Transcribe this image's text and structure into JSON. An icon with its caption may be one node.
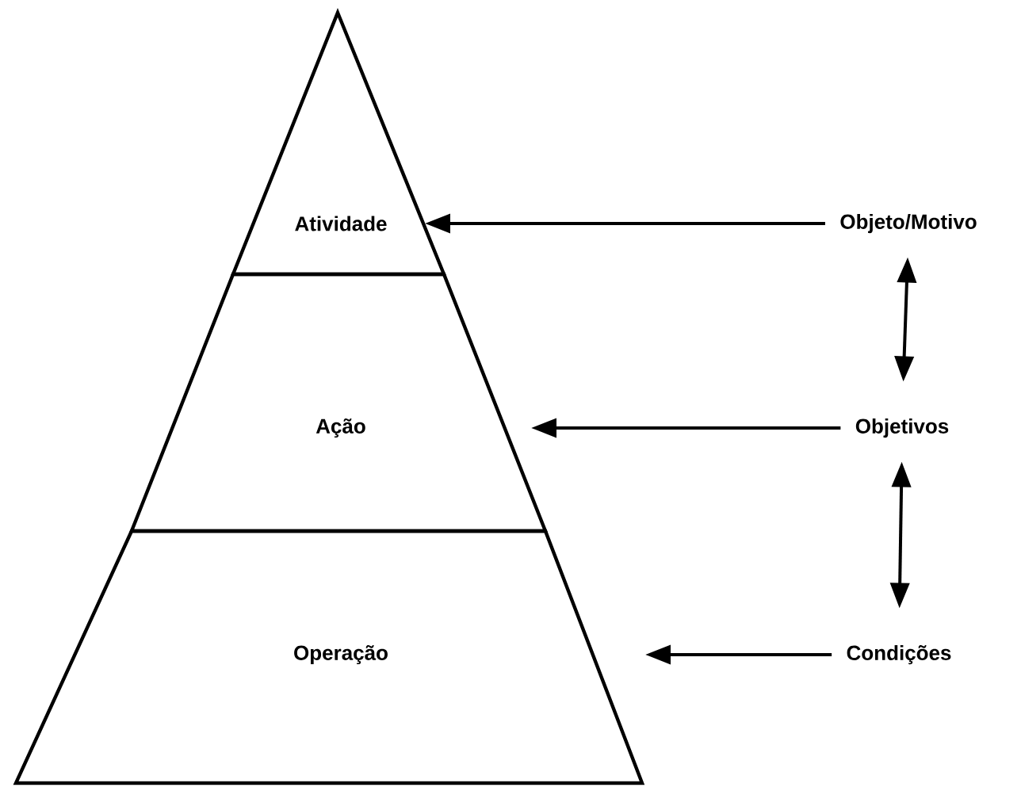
{
  "diagram": {
    "nodes": [
      {
        "text": [
          "Atividade"
        ]
      },
      {
        "text": [
          "Ação"
        ]
      },
      {
        "text": [
          "Operação"
        ]
      },
      {
        "text": [
          "Objeto/Motivo"
        ]
      },
      {
        "text": [
          "Objetivos"
        ]
      },
      {
        "text": [
          "Condições"
        ]
      }
    ],
    "edges": [
      {
        "from": 3,
        "to": 0,
        "arrow": "to"
      },
      {
        "from": 4,
        "to": 1,
        "arrow": "to"
      },
      {
        "from": 5,
        "to": 2,
        "arrow": "to"
      },
      {
        "from": 3,
        "to": 4,
        "arrow": "both"
      },
      {
        "from": 4,
        "to": 5,
        "arrow": "both"
      }
    ]
  }
}
